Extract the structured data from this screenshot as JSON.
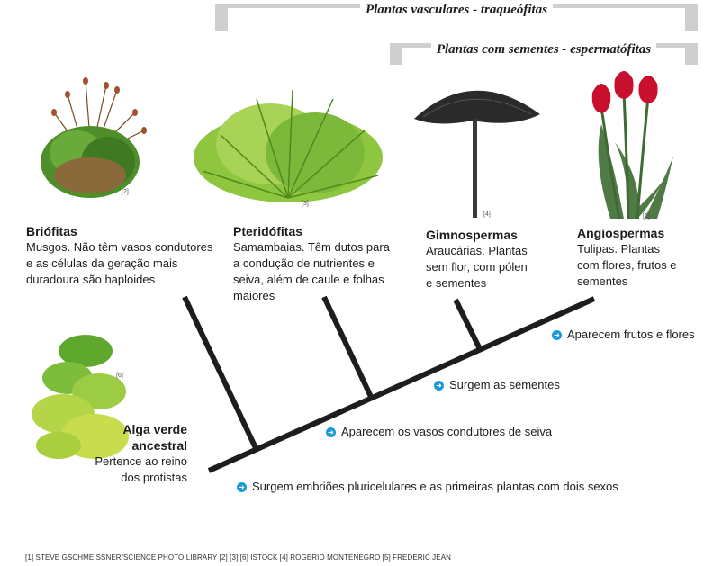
{
  "brackets": {
    "vascular": "Plantas vasculares - traqueófitas",
    "seeds": "Plantas com sementes - espermatófitas"
  },
  "groups": {
    "briofitas": {
      "name": "Briófitas",
      "desc": "Musgos. Não têm vasos condutores e as células da geração mais duradoura são haploides",
      "tag": "[2]"
    },
    "pteridofitas": {
      "name": "Pteridófitas",
      "desc": "Samambaias. Têm dutos para a condução de nutrientes e seiva, além de caule e folhas maiores",
      "tag": "[3]"
    },
    "gimnospermas": {
      "name": "Gimnospermas",
      "desc": "Araucárias. Plantas sem flor, com pólen e sementes",
      "tag": "[4]"
    },
    "angiospermas": {
      "name": "Angiospermas",
      "desc": "Tulipas. Plantas com flores, frutos e sementes",
      "tag": "[5]"
    },
    "alga": {
      "name": "Alga verde ancestral",
      "desc": "Pertence ao reino dos protistas",
      "tag": "[6]"
    }
  },
  "milestones": {
    "frutos": "Aparecem frutos e flores",
    "sementes": "Surgem as sementes",
    "vasos": "Aparecem os vasos condutores de seiva",
    "embrioes": "Surgem embriões pluricelulares e as primeiras plantas com dois sexos"
  },
  "credits": "[1] STEVE GSCHMEISSNER/SCIENCE PHOTO LIBRARY  [2] [3] [6] ISTOCK  [4] ROGERIO MONTENEGRO  [5] FREDERIC JEAN",
  "icons": {
    "milestone": "arrow-right-circle-icon",
    "moss": "moss-icon",
    "fern": "fern-icon",
    "araucaria": "araucaria-tree-icon",
    "tulip": "tulip-icon",
    "alga": "green-alga-icon"
  },
  "colors": {
    "bracket": "#cfcfcf",
    "milestone_icon": "#1a9ad9",
    "branch": "#1d1d1b"
  }
}
